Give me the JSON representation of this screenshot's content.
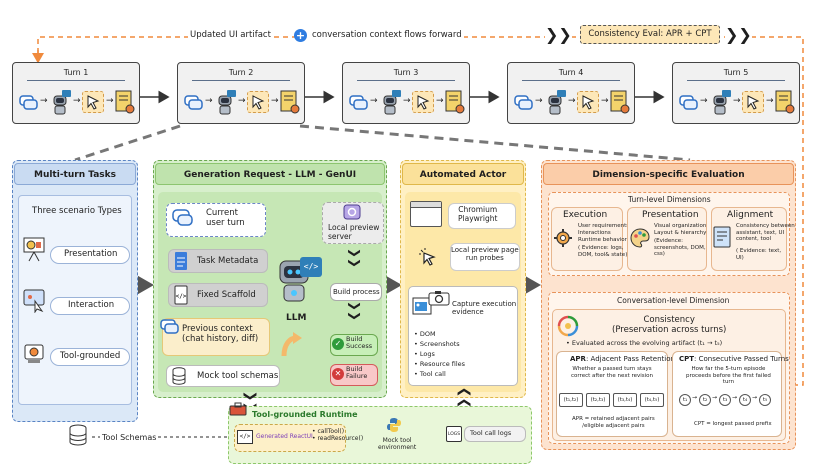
{
  "top": {
    "flow_text_left": "Updated UI artifact",
    "flow_text_right": "conversation context flows forward",
    "consistency_eval": "Consistency Eval: APR + CPT",
    "turns": [
      "Turn 1",
      "Turn 2",
      "Turn 3",
      "Turn 4",
      "Turn 5"
    ]
  },
  "multiturn": {
    "title": "Multi-turn Tasks",
    "subtitle": "Three scenario Types",
    "items": [
      "Presentation",
      "Interaction",
      "Tool-grounded"
    ]
  },
  "generation": {
    "title": "Generation Request - LLM - GenUI",
    "current_turn": "Current\nuser turn",
    "task_metadata": "Task Metadata",
    "fixed_scaffold": "Fixed Scaffold",
    "previous_context": "Previous context\n(chat history, diff)",
    "mock_tool_schemas": "Mock tool schemas",
    "llm": "LLM",
    "local_preview_server": "Local preview\nserver",
    "build_process": "Build process",
    "build_success": "Build\nSuccess",
    "build_failure": "Build\nFailure"
  },
  "runtime": {
    "title": "Tool-grounded Runtime",
    "generated": "Generated ReactUI",
    "calls": "• callTool()\n• readResource()",
    "mock_env": "Mock tool\nenvironment",
    "logs": "Tool call logs",
    "tool_schemas": "Tool Schemas"
  },
  "actor": {
    "title": "Automated Actor",
    "chromium": "Chromium\nPlaywright",
    "probes": "Local preview page\nrun probes",
    "capture": "Capture execution\nevidence",
    "evidence": [
      "DOM",
      "Screenshots",
      "Logs",
      "Resource files",
      "Tool call"
    ]
  },
  "evaluation": {
    "title": "Dimension-specific Evaluation",
    "turn_level": "Turn-level Dimensions",
    "execution": {
      "title": "Execution",
      "items": [
        "User requirements",
        "Interactions",
        "Runtime behavior",
        "( Evidence: logs,\nDOM, tool& state)"
      ]
    },
    "presentation": {
      "title": "Presentation",
      "items": [
        "Visual organization",
        "Layout & hierarchy",
        "(Evidence:\nscreenshots, DOM,\ncss)"
      ]
    },
    "alignment": {
      "title": "Alignment",
      "items": [
        "Consistency between\nassistant, text, UI\ncontent, tool",
        "( Evidence: text,\nUI)"
      ]
    },
    "conv_level": "Conversation-level Dimension",
    "consistency_title": "Consistency\n(Preservation across turns)",
    "evaluated": "Evaluated across the evolving artifact (t₁ → t₅)",
    "apr": {
      "title": "APR",
      "subtitle": ": Adjacent Pass Retention",
      "question": "Whether a passed turn stays\ncorrect after the next revision",
      "pairs": [
        "(t₁,t₂)",
        "(t₂,t₃)",
        "(t₃,t₄)",
        "(t₄,t₅)"
      ],
      "formula": "APR = retained adjacent pairs\n/eligible adjacent pairs"
    },
    "cpt": {
      "title": "CPT",
      "subtitle": ": Consecutive Passed Turns",
      "question": "How far the 5-turn episode\nproceeds before the first failed\nturn",
      "nodes": [
        "t₁",
        "t₂",
        "t₃",
        "t₄",
        "t₅"
      ],
      "formula": "CPT = longest passed prefix"
    }
  },
  "colors": {
    "blue_panel": "#dbe8f7",
    "green_panel": "#d7efcc",
    "yellow_panel": "#fff0c4",
    "orange_panel": "#fde3cf",
    "orange_line": "#f08a3c"
  }
}
